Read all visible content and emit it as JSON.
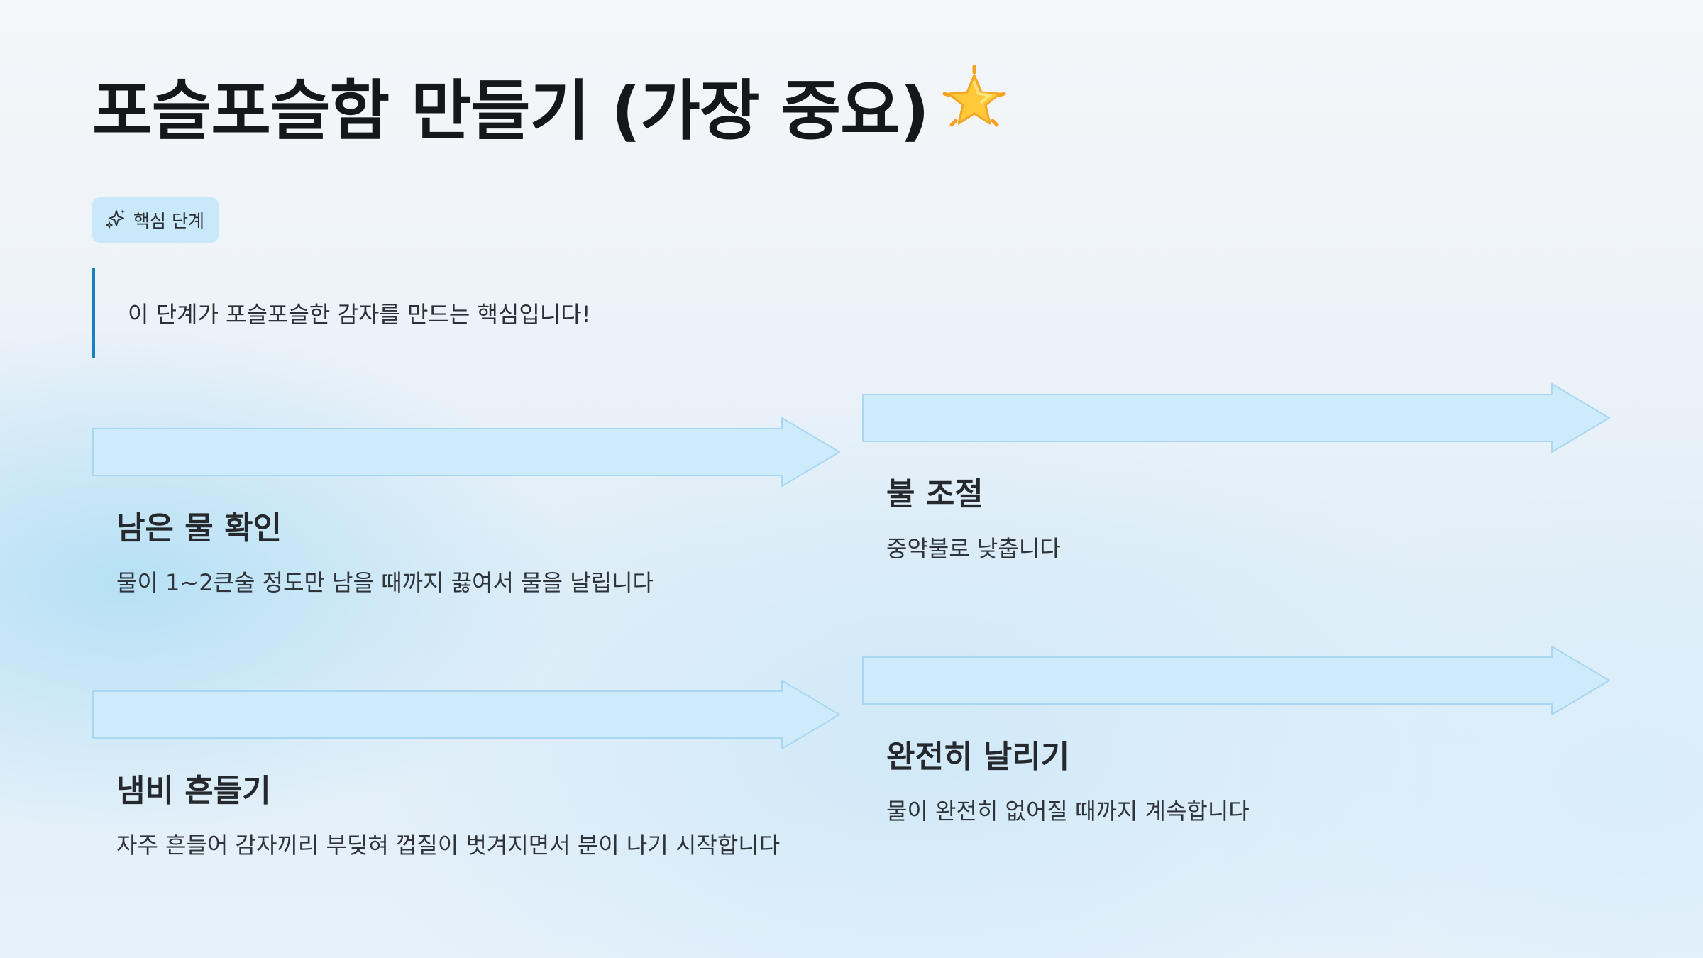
{
  "title": {
    "text": "포슬포슬함 만들기 (가장 중요)",
    "emoji": "🌟"
  },
  "badge": {
    "icon": "sparkles-icon",
    "label": "핵심 단계"
  },
  "callout": {
    "text": "이 단계가 포슬포슬한 감자를 만드는 핵심입니다!"
  },
  "steps": [
    {
      "title": "남은 물 확인",
      "description": "물이 1~2큰술 정도만 남을 때까지 끓여서 물을 날립니다"
    },
    {
      "title": "불 조절",
      "description": "중약불로 낮춥니다"
    },
    {
      "title": "냄비 흔들기",
      "description": "자주 흔들어 감자끼리 부딪혀 껍질이 벗겨지면서 분이 나기 시작합니다"
    },
    {
      "title": "완전히 날리기",
      "description": "물이 완전히 없어질 때까지 계속합니다"
    }
  ],
  "colors": {
    "arrow_fill": "#cdebfb",
    "arrow_stroke": "#a9d6f0",
    "accent_bar": "#1a7fc0",
    "badge_bg": "#c9e9fb"
  }
}
